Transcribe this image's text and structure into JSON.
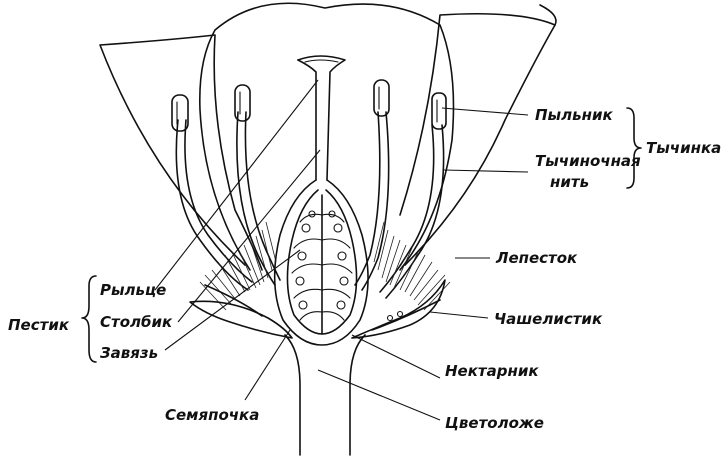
{
  "labels": {
    "anther": "Пыльник",
    "filament_line1": "Тычиночная",
    "filament_line2": "нить",
    "stamen": "Тычинка",
    "petal": "Лепесток",
    "sepal": "Чашелистик",
    "nectary": "Нектарник",
    "receptacle": "Цветоложе",
    "ovule": "Семяпочка",
    "pistil": "Пестик",
    "stigma": "Рыльце",
    "style": "Столбик",
    "ovary": "Завязь"
  },
  "colors": {
    "ink": "#111111",
    "background": "#ffffff"
  }
}
